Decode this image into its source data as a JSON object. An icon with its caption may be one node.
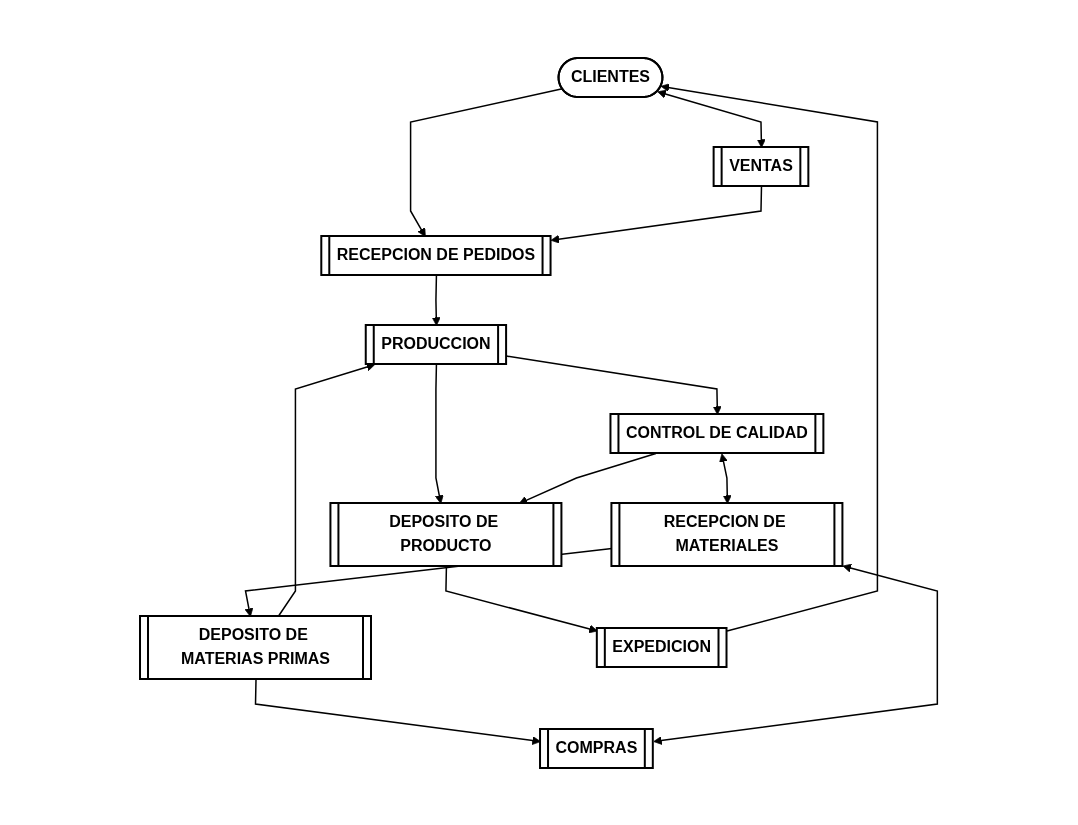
{
  "diagram": {
    "nodes": [
      {
        "text": [
          "CLIENTES"
        ]
      },
      {
        "text": [
          "RECEPCION DE PEDIDOS"
        ]
      },
      {
        "text": [
          "VENTAS"
        ]
      },
      {
        "text": [
          "PRODUCCION"
        ]
      },
      {
        "text": [
          "DEPOSITO DE MATERIAS PRIMAS"
        ]
      },
      {
        "text": [
          "EXPEDICION"
        ]
      },
      {
        "text": [
          "DEPOSITO DE PRODUCTO"
        ]
      },
      {
        "text": [
          "COMPRAS"
        ]
      },
      {
        "text": [
          "CONTROL DE CALIDAD"
        ]
      },
      {
        "text": [
          "RECEPCION DE MATERIALES"
        ]
      }
    ],
    "edges": [
      {
        "from": 0,
        "to": 1,
        "arrow": "to"
      },
      {
        "from": 0,
        "to": 2,
        "arrow": "both"
      },
      {
        "from": 2,
        "to": 1,
        "arrow": "to"
      },
      {
        "from": 1,
        "to": 3,
        "arrow": "to"
      },
      {
        "from": 4,
        "to": 3,
        "arrow": "to"
      },
      {
        "from": 3,
        "to": 6,
        "arrow": "to"
      },
      {
        "from": 3,
        "to": 8,
        "arrow": "to"
      },
      {
        "from": 4,
        "to": 7,
        "arrow": "to"
      },
      {
        "from": 6,
        "to": 5,
        "arrow": "to"
      },
      {
        "from": 5,
        "to": 0,
        "arrow": "to"
      },
      {
        "from": 8,
        "to": 6,
        "arrow": "to"
      },
      {
        "from": 7,
        "to": 9,
        "arrow": "both"
      },
      {
        "from": 8,
        "to": 9,
        "arrow": "both"
      },
      {
        "from": 9,
        "to": 4,
        "arrow": "to"
      }
    ]
  }
}
